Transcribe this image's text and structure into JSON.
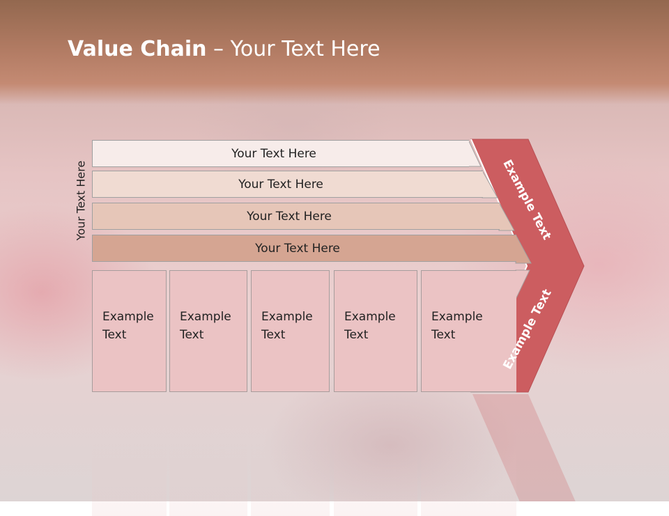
{
  "slide": {
    "title_bold": "Value Chain",
    "title_rest": " – Your Text Here",
    "side_label": "Your Text Here"
  },
  "bands": [
    {
      "label": "Your Text Here",
      "color": "#f7ecea"
    },
    {
      "label": "Your Text Here",
      "color": "#f0dbd2"
    },
    {
      "label": "Your Text Here",
      "color": "#e6c6b8"
    },
    {
      "label": "Your Text Here",
      "color": "#d5a592"
    }
  ],
  "cells": [
    {
      "line1": "Example",
      "line2": "Text"
    },
    {
      "line1": "Example",
      "line2": "Text"
    },
    {
      "line1": "Example",
      "line2": "Text"
    },
    {
      "line1": "Example",
      "line2": "Text"
    },
    {
      "line1": "Example",
      "line2": "Text"
    }
  ],
  "arrow": {
    "upper_label": "Example Text",
    "lower_label": "Example Text",
    "color": "#cc5d60"
  }
}
